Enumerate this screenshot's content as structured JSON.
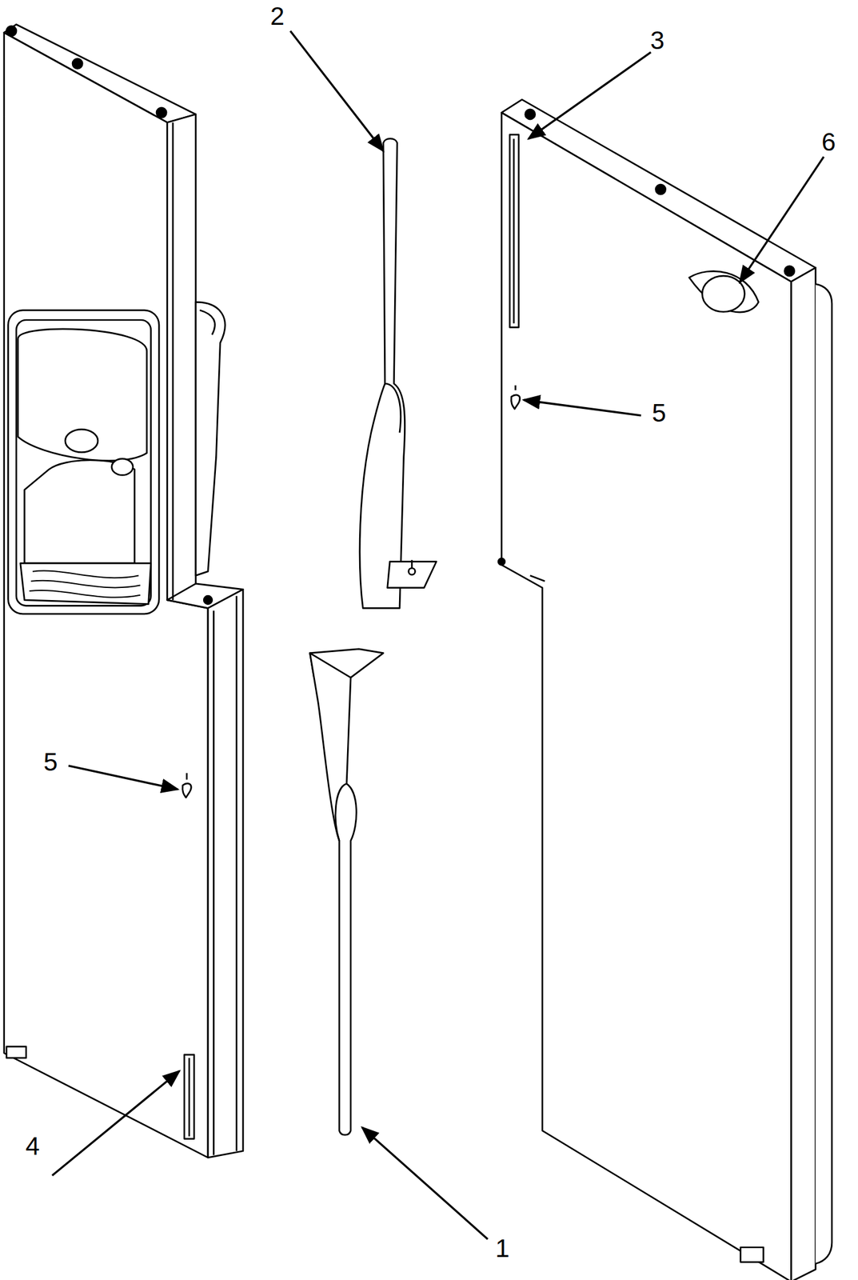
{
  "diagram": {
    "labels": [
      "2",
      "3",
      "6",
      "5",
      "5",
      "4",
      "1"
    ]
  }
}
